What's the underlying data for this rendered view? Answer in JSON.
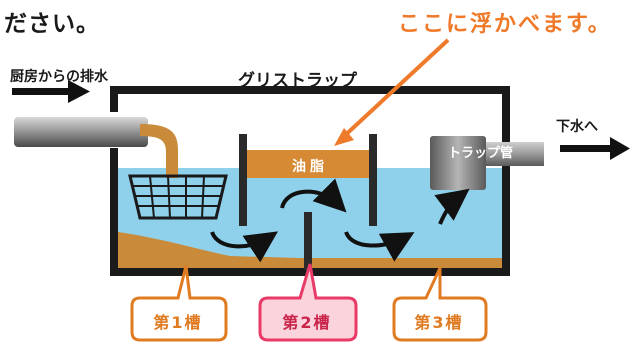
{
  "header": {
    "title_fragment": "ださい。",
    "headline": "ここに浮かべます。"
  },
  "diagram": {
    "kitchen_drain_label": "厨房からの排水",
    "trap_title": "グリストラップ",
    "oil_label": "油脂",
    "trap_pipe_label": "トラップ管",
    "sewer_label": "下水へ",
    "tanks": [
      {
        "label": "第1槽"
      },
      {
        "label": "第2槽"
      },
      {
        "label": "第3槽"
      }
    ]
  },
  "colors": {
    "headline": "#ee7a2a",
    "water": "#8fd0ea",
    "sludge": "#c98a3a",
    "oil": "#d68a34",
    "tank_border": "#1a1a1a",
    "bubble_orange": "#e07b22",
    "bubble_pink": "#e83a67"
  }
}
